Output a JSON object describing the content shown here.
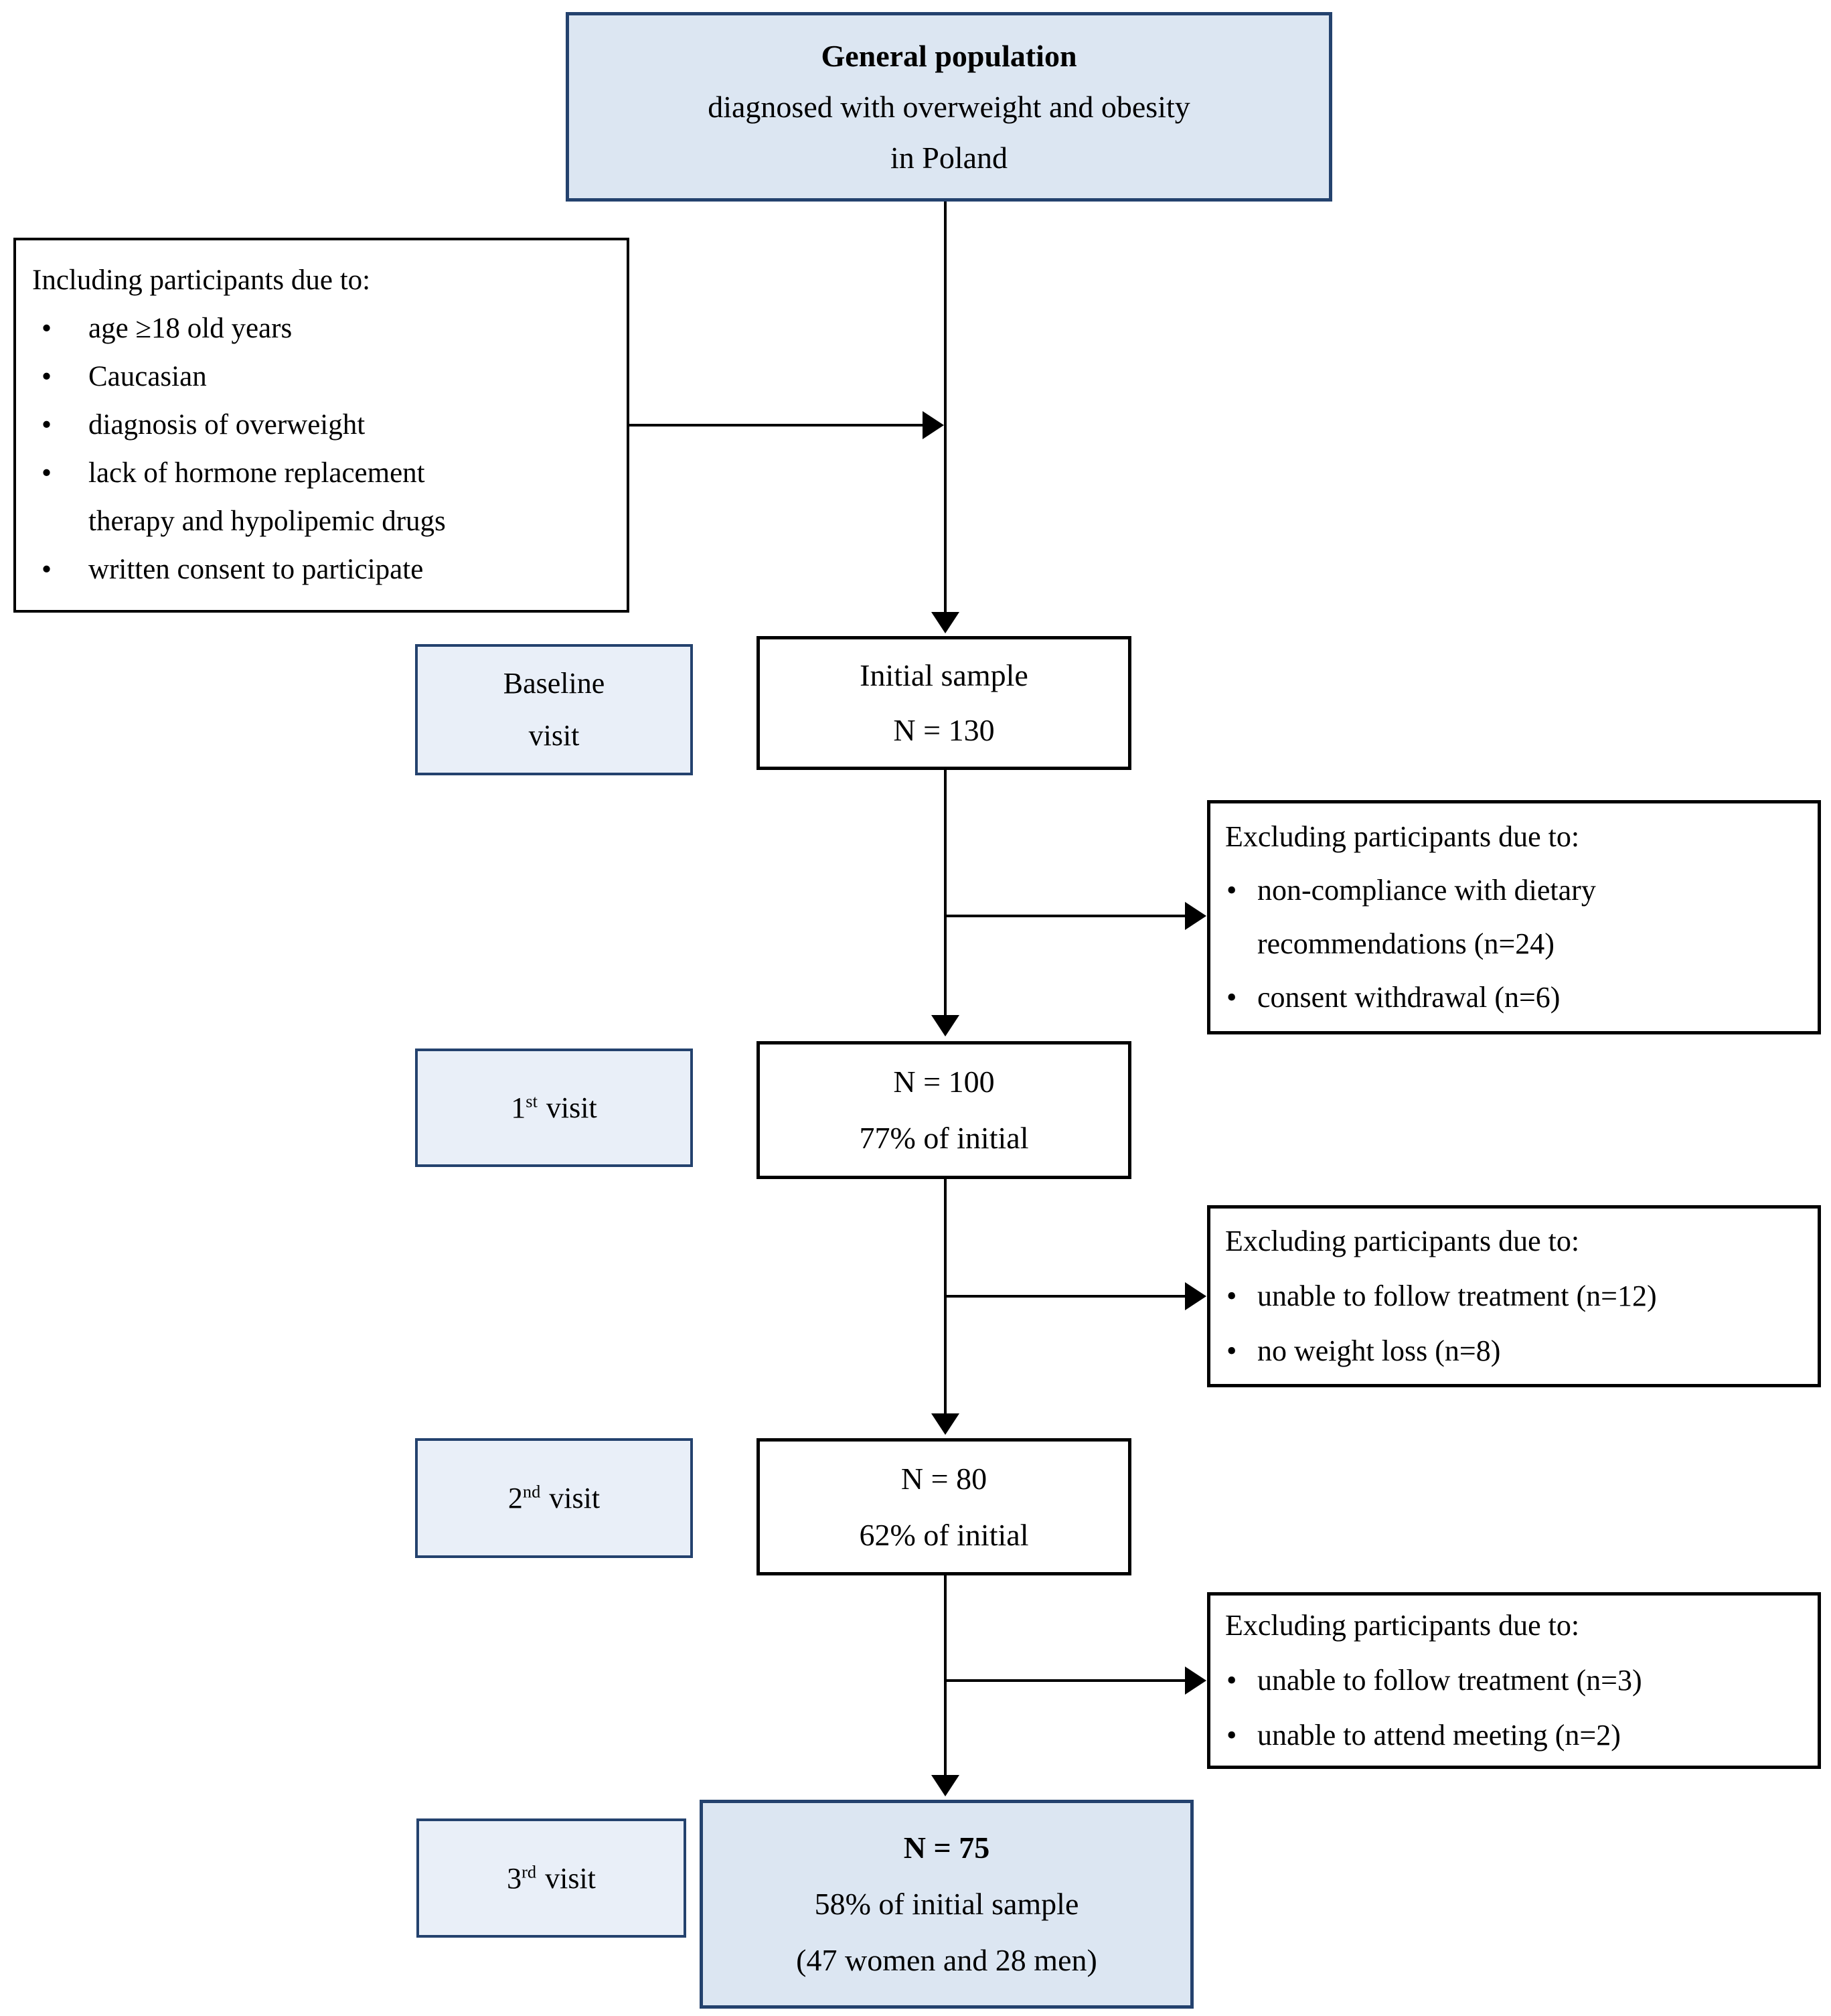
{
  "palette": {
    "navy": "#24426e",
    "blueFill": "#dce6f2",
    "paleFill": "#e9eff8",
    "ink": "#000000"
  },
  "glyphs": {
    "bullet": "•"
  },
  "nodes": {
    "general": {
      "title": "General population",
      "line2": "diagnosed with overweight and obesity",
      "line3": "in Poland"
    },
    "including": {
      "title": "Including participants due to:",
      "items": [
        "age ≥18 old years",
        "Caucasian",
        "diagnosis of overweight",
        "lack of hormone replacement therapy and hypolipemic drugs",
        "written consent to participate"
      ]
    },
    "baseline": {
      "line1": "Baseline",
      "line2": "visit"
    },
    "initial": {
      "line1": "Initial sample",
      "line2": "N = 130"
    },
    "excluding1": {
      "title": "Excluding participants due to:",
      "items": [
        "non-compliance with dietary recommendations (n=24)",
        "consent withdrawal (n=6)"
      ]
    },
    "visit1": {
      "num": "1",
      "sup": "st",
      "word": "visit"
    },
    "n100": {
      "line1": "N = 100",
      "line2": "77% of initial"
    },
    "excluding2": {
      "title": "Excluding participants due to:",
      "items": [
        "unable to follow treatment (n=12)",
        "no weight loss (n=8)"
      ]
    },
    "visit2": {
      "num": "2",
      "sup": "nd",
      "word": "visit"
    },
    "n80": {
      "line1": "N = 80",
      "line2": "62% of initial"
    },
    "excluding3": {
      "title": "Excluding participants due to:",
      "items": [
        "unable to follow treatment (n=3)",
        "unable to attend meeting (n=2)"
      ]
    },
    "visit3": {
      "num": "3",
      "sup": "rd",
      "word": "visit"
    },
    "final": {
      "line1": "N = 75",
      "line2": "58% of initial sample",
      "line3": "(47 women and 28 men)"
    }
  }
}
